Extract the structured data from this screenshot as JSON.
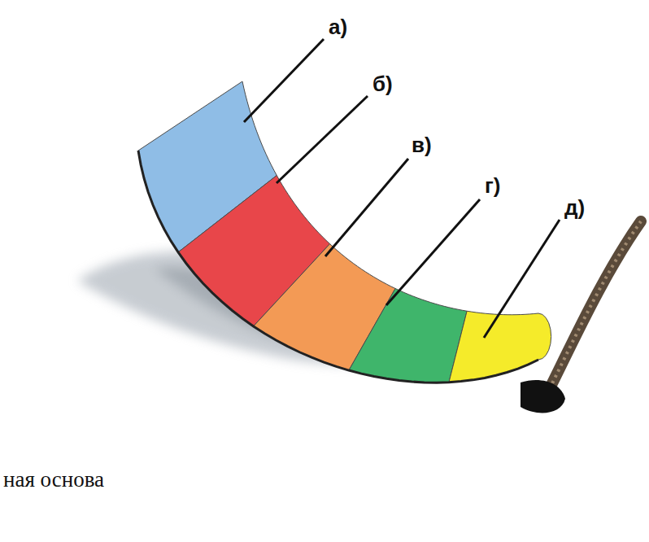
{
  "diagram": {
    "labels": [
      "а)",
      "б)",
      "в)",
      "г)",
      "д)",
      "ная основа"
    ]
  }
}
